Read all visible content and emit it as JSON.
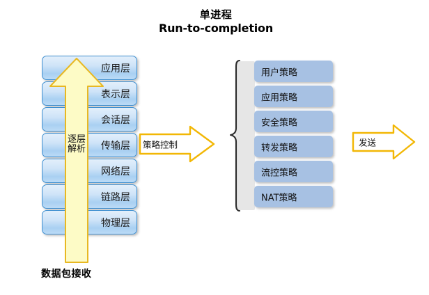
{
  "title": {
    "line1": "单进程",
    "line2": "Run-to-completion"
  },
  "osi_stack": {
    "name": "osi-protocol-stack",
    "layers": [
      {
        "label": "应用层"
      },
      {
        "label": "表示层"
      },
      {
        "label": "会话层"
      },
      {
        "label": "传输层"
      },
      {
        "label": "网络层"
      },
      {
        "label": "链路层"
      },
      {
        "label": "物理层"
      }
    ]
  },
  "up_arrow": {
    "label": "逐层解析",
    "fill_color": "#fdfbc6",
    "border_color": "#e8b822"
  },
  "policy_control_arrow": {
    "label": "策略控制",
    "fill_color": "#ffffff",
    "border_color": "#f2b705"
  },
  "brace": {
    "name": "policy-group-brace",
    "color": "#333333",
    "column_color": "#e6e6e6"
  },
  "policy_stack": {
    "name": "policy-list",
    "box_color": "#a7c1e3",
    "items": [
      {
        "label": "用户策略"
      },
      {
        "label": "应用策略"
      },
      {
        "label": "安全策略"
      },
      {
        "label": "转发策略"
      },
      {
        "label": "流控策略"
      },
      {
        "label": "NAT策略"
      }
    ]
  },
  "send_arrow": {
    "label": "发送",
    "fill_color": "#ffffff",
    "border_color": "#f2b705"
  },
  "bottom_caption": {
    "label": "数据包接收"
  }
}
